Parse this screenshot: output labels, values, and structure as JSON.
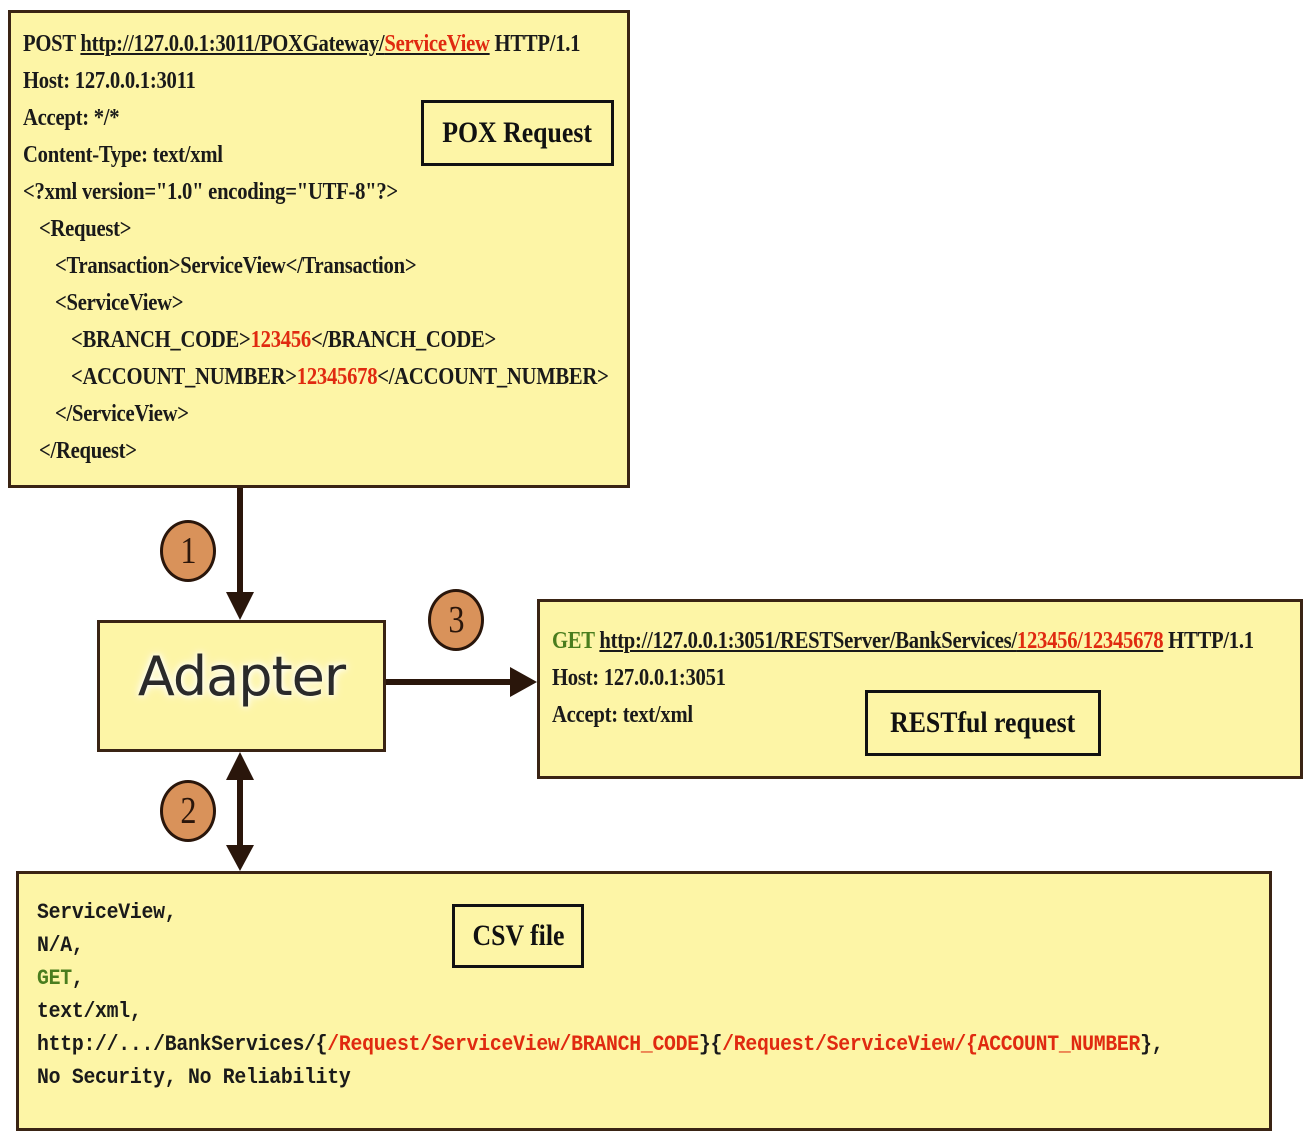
{
  "pox": {
    "label": "POX Request",
    "line1": {
      "method": "POST",
      "url_base": "http://127.0.0.1:3011/POXGateway/",
      "url_tail": "ServiceView",
      "protocol": "HTTP/1.1"
    },
    "host": "Host: 127.0.0.1:3011",
    "accept": "Accept: */*",
    "content_type": "Content-Type: text/xml",
    "xml_decl": "<?xml version=\"1.0\" encoding=\"UTF-8\"?>",
    "req_open": "<Request>",
    "transaction": "<Transaction>ServiceView</Transaction>",
    "sv_open": "<ServiceView>",
    "branch": {
      "open": "<BRANCH_CODE>",
      "value": "123456",
      "close": "</BRANCH_CODE>"
    },
    "account": {
      "open": "<ACCOUNT_NUMBER>",
      "value": "12345678",
      "close": "</ACCOUNT_NUMBER>"
    },
    "sv_close": "</ServiceView>",
    "req_close": "</Request>"
  },
  "adapter": {
    "label": "Adapter"
  },
  "steps": [
    "1",
    "2",
    "3"
  ],
  "rest": {
    "label": "RESTful request",
    "line1": {
      "method": "GET",
      "url_base": "http://127.0.0.1:3051/RESTServer/BankServices/",
      "url_tail": "123456/12345678",
      "protocol": "HTTP/1.1"
    },
    "host": "Host: 127.0.0.1:3051",
    "accept": "Accept: text/xml"
  },
  "csv": {
    "label": "CSV file",
    "l1": "ServiceView,",
    "l2": "N/A,",
    "l3": "GET",
    "l3_comma": ",",
    "l4": "text/xml,",
    "l5": {
      "a": "http://.../BankServices/{",
      "b": "/Request/ServiceView/BRANCH_CODE",
      "c": "}{",
      "d": "/Request/ServiceView/{ACCOUNT_NUMBER",
      "e": "},"
    },
    "l6": "No Security, No Reliability"
  },
  "colors": {
    "box_fill": "#fdf5a6",
    "border": "#3a2414",
    "highlight_red": "#e02a10",
    "get_green": "#4a7d1e",
    "step_fill": "#d9925a"
  }
}
